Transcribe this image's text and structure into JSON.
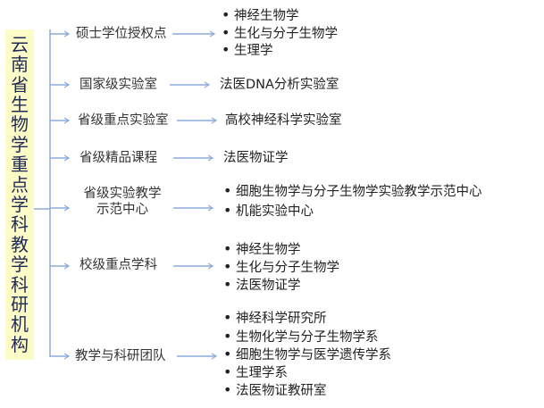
{
  "root_title": "云南省生物学重点学科教学科研机构",
  "branches": [
    {
      "label": "硕士学位授权点",
      "items": [
        "神经生物学",
        "生化与分子生物学",
        "生理学"
      ],
      "bulleted": true
    },
    {
      "label": "国家级实验室",
      "items": [
        "法医DNA分析实验室"
      ],
      "bulleted": false
    },
    {
      "label": "省级重点实验室",
      "items": [
        "高校神经科学实验室"
      ],
      "bulleted": false
    },
    {
      "label": "省级精品课程",
      "items": [
        "法医物证学"
      ],
      "bulleted": false
    },
    {
      "label_lines": [
        "省级实验教学",
        "示范中心"
      ],
      "items": [
        "细胞生物学与分子生物学实验教学示范中心",
        "机能实验中心"
      ],
      "bulleted": true
    },
    {
      "label": "校级重点学科",
      "items": [
        "神经生物学",
        "生化与分子生物学",
        "法医物证学"
      ],
      "bulleted": true
    },
    {
      "label": "教学与科研团队",
      "items": [
        "神经科学研究所",
        "生物化学与分子生物学系",
        "细胞生物学与医学遗传学系",
        "生理学系",
        "法医物证教研室"
      ],
      "bulleted": true
    }
  ],
  "colors": {
    "connector": "#8eaadb",
    "root_fill": "#fdfcc8",
    "root_text": "#1f2b55"
  }
}
